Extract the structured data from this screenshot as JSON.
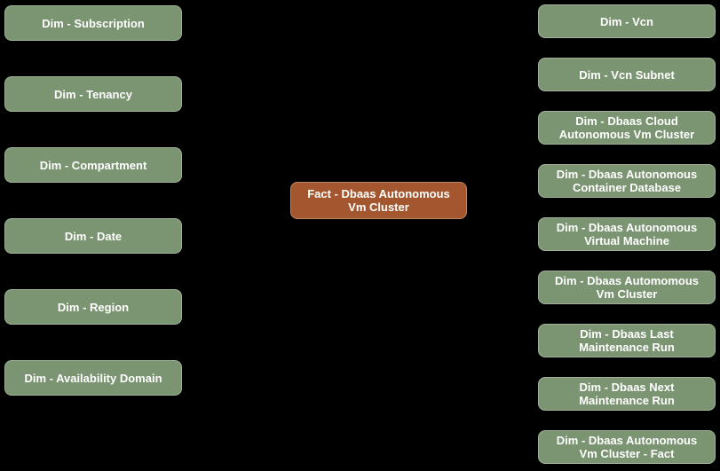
{
  "diagram": {
    "background_color": "#000000",
    "text_color": "#ffffff",
    "node_colors": {
      "dimension": "#7b9471",
      "fact": "#a4572e"
    },
    "fact_node": {
      "label": "Fact - Dbaas Autonomous Vm Cluster"
    },
    "left_nodes": [
      "Dim - Subscription",
      "Dim - Tenancy",
      "Dim - Compartment",
      "Dim - Date",
      "Dim - Region",
      "Dim - Availability Domain"
    ],
    "right_nodes": [
      "Dim - Vcn",
      "Dim - Vcn Subnet",
      "Dim - Dbaas Cloud Autonomous Vm Cluster",
      "Dim - Dbaas Autonomous Container Database",
      "Dim - Dbaas Autonomous Virtual Machine",
      "Dim - Dbaas Automomous Vm Cluster",
      "Dim - Dbaas Last Maintenance Run",
      "Dim - Dbaas Next Maintenance Run",
      "Dim - Dbaas Autonomous Vm Cluster - Fact"
    ]
  }
}
